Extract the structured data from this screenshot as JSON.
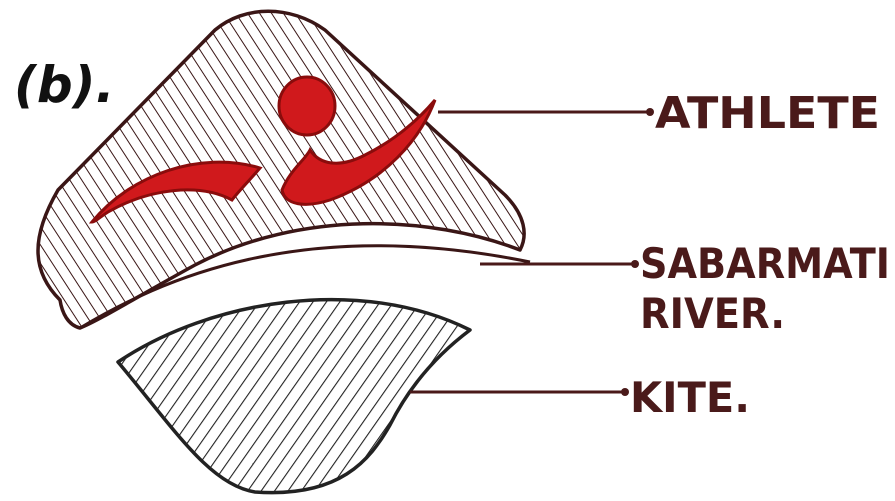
{
  "figure": {
    "marker": "(b).",
    "colors": {
      "ink": "#4a1a1a",
      "hatch": "#3a1616",
      "red": "#d0191c",
      "background": "#ffffff"
    }
  },
  "labels": [
    {
      "id": "athlete",
      "text": "ATHLETE"
    },
    {
      "id": "river_line1",
      "text": "SABARMATI"
    },
    {
      "id": "river_line2",
      "text": "RIVER."
    },
    {
      "id": "kite",
      "text": "KITE."
    }
  ]
}
